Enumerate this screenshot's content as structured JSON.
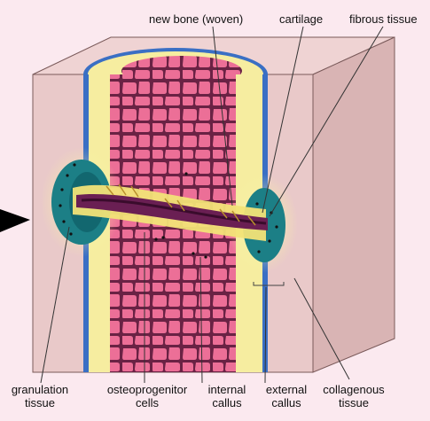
{
  "diagram": {
    "top_labels": {
      "new_bone": "new bone (woven)",
      "cartilage": "cartilage",
      "fibrous": "fibrous tissue"
    },
    "bottom_labels": [
      {
        "line1": "granulation",
        "line2": "tissue"
      },
      {
        "line1": "osteoprogenitor",
        "line2": "cells"
      },
      {
        "line1": "internal",
        "line2": "callus"
      },
      {
        "line1": "external",
        "line2": "callus"
      },
      {
        "line1": "collagenous",
        "line2": "tissue"
      }
    ],
    "colors": {
      "background": "#fbe9ef",
      "block_front": "#e9c9c9",
      "block_top": "#efd3d3",
      "block_side": "#d9b4b4",
      "periosteum_blue": "#3a6fc4",
      "cortex_yellow": "#f6eda0",
      "marrow_pink": "#ec6f97",
      "granulation_teal": "#1c7f86",
      "callus_purple": "#6a1f53",
      "pointer_arrow": "#000000"
    }
  }
}
